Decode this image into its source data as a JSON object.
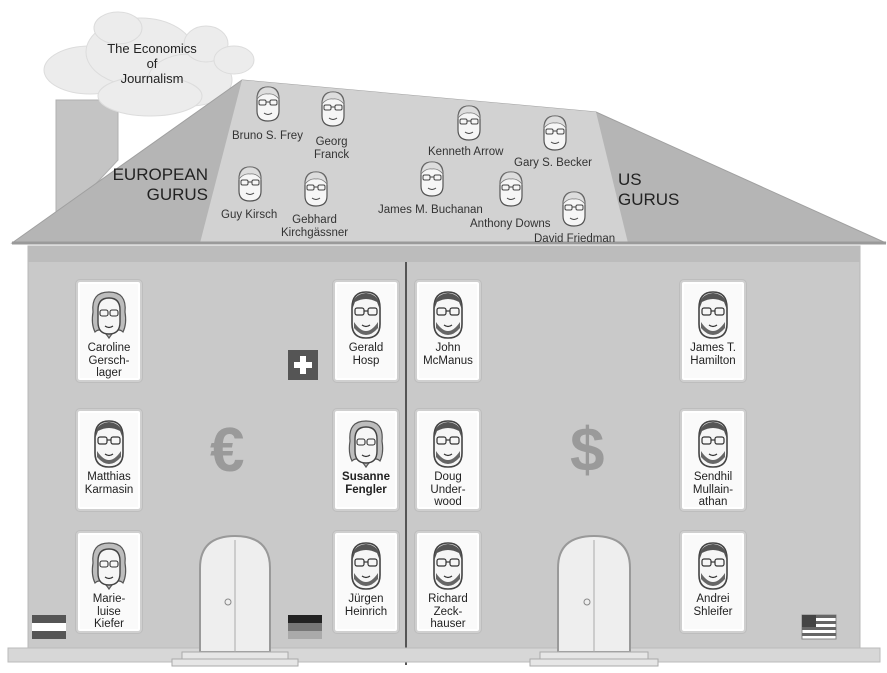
{
  "title": "The Economics of Journalism",
  "title_lines": [
    "The Economics",
    "of",
    "Journalism"
  ],
  "roof_left_label_lines": [
    "EUROPEAN",
    "GURUS"
  ],
  "roof_right_label_lines": [
    "US",
    "GURUS"
  ],
  "european_gurus": [
    "Bruno S. Frey",
    "Georg Franck",
    "Guy Kirsch",
    "Gebhard Kirchgässner"
  ],
  "us_gurus": [
    "Kenneth Arrow",
    "Gary S. Becker",
    "James M. Buchanan",
    "Anthony Downs",
    "David Friedman"
  ],
  "guru_label_lines": {
    "georg": [
      "Georg",
      "Franck"
    ],
    "gebhard": [
      "Gebhard",
      "Kirchgässner"
    ]
  },
  "european_side": {
    "currency": "€",
    "left_column": [
      {
        "name_lines": [
          "Caroline",
          "Gersch-",
          "lager"
        ],
        "face": "female"
      },
      {
        "name_lines": [
          "Matthias",
          "Karmasin"
        ],
        "face": "male"
      },
      {
        "name_lines": [
          "Marie-",
          "luise",
          "Kiefer"
        ],
        "face": "female"
      }
    ],
    "right_column": [
      {
        "name_lines": [
          "Gerald",
          "Hosp"
        ],
        "face": "male"
      },
      {
        "name_lines": [
          "Susanne",
          "Fengler"
        ],
        "face": "female",
        "bold": true
      },
      {
        "name_lines": [
          "Jürgen",
          "Heinrich"
        ],
        "face": "male"
      }
    ],
    "flags": [
      "flag-austria",
      "flag-germany",
      "flag-switzerland"
    ]
  },
  "us_side": {
    "currency": "$",
    "left_column": [
      {
        "name_lines": [
          "John",
          "McManus"
        ],
        "face": "male"
      },
      {
        "name_lines": [
          "Doug",
          "Under-",
          "wood"
        ],
        "face": "male"
      },
      {
        "name_lines": [
          "Richard",
          "Zeck-",
          "hauser"
        ],
        "face": "male"
      }
    ],
    "right_column": [
      {
        "name_lines": [
          "James T.",
          "Hamilton"
        ],
        "face": "male"
      },
      {
        "name_lines": [
          "Sendhil",
          "Mullain-",
          "athan"
        ],
        "face": "male"
      },
      {
        "name_lines": [
          "Andrei",
          "Shleifer"
        ],
        "face": "male"
      }
    ],
    "flags": [
      "flag-usa"
    ]
  },
  "colors": {
    "roof": "#b4b4b4",
    "wall": "#c9c9c9",
    "cloud": "#eaeaea",
    "currency": "#9a9a9a"
  }
}
